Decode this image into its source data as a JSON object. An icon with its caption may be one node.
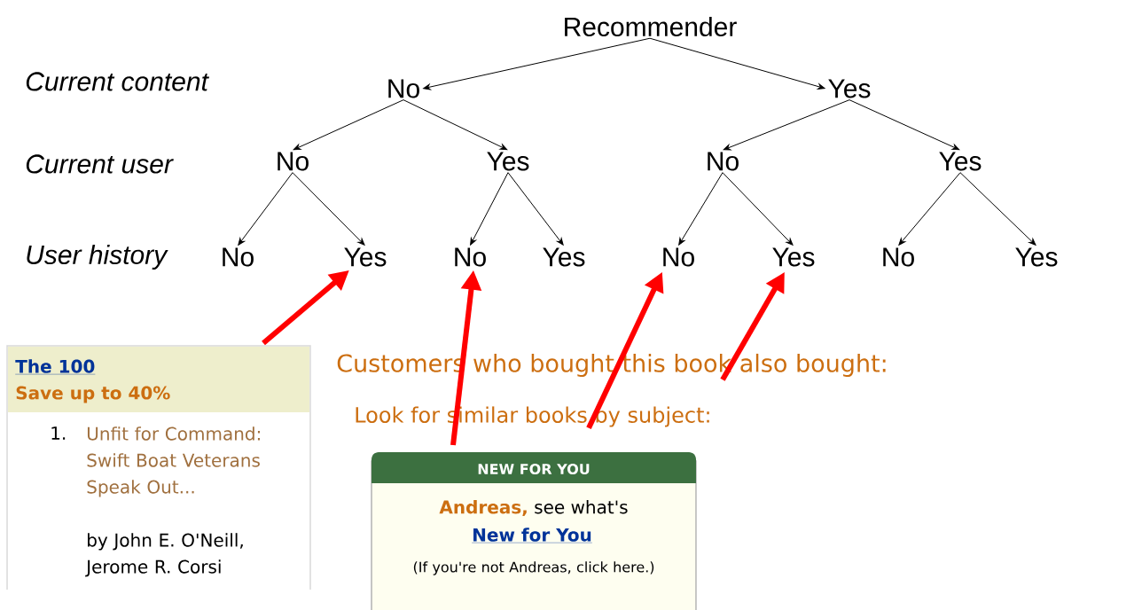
{
  "diagram": {
    "nodes": [
      {
        "text": [
          "Recommender"
        ]
      },
      {
        "text": [
          "No"
        ]
      },
      {
        "text": [
          "Yes"
        ]
      },
      {
        "text": [
          "No"
        ]
      },
      {
        "text": [
          "Yes"
        ]
      },
      {
        "text": [
          "No"
        ]
      },
      {
        "text": [
          "Yes"
        ]
      },
      {
        "text": [
          "No"
        ]
      },
      {
        "text": [
          "Yes"
        ]
      },
      {
        "text": [
          "No"
        ]
      },
      {
        "text": [
          "Yes"
        ]
      },
      {
        "text": [
          "No"
        ]
      },
      {
        "text": [
          "Yes"
        ]
      },
      {
        "text": [
          "No"
        ]
      },
      {
        "text": [
          "Yes"
        ]
      },
      {
        "text": [
          "The 100",
          "Save up to 40%",
          "1.",
          "Unfit for Command: Swift Boat Veterans Speak Out...",
          "by John E. O'Neill, Jerome R. Corsi"
        ]
      },
      {
        "text": [
          "Customers who bought this book also bought:"
        ]
      },
      {
        "text": [
          "Look for similar books by subject:"
        ]
      },
      {
        "text": [
          "NEW FOR YOU",
          "**Andreas,** see what's",
          "New for You",
          "(If you're not Andreas, click here.)"
        ]
      }
    ],
    "edges": [
      {
        "from": 0,
        "to": 1,
        "arrow": "to"
      },
      {
        "from": 0,
        "to": 2,
        "arrow": "to"
      },
      {
        "from": 1,
        "to": 3,
        "arrow": "to"
      },
      {
        "from": 1,
        "to": 4,
        "arrow": "to"
      },
      {
        "from": 2,
        "to": 5,
        "arrow": "to"
      },
      {
        "from": 2,
        "to": 6,
        "arrow": "to"
      },
      {
        "from": 3,
        "to": 7,
        "arrow": "to"
      },
      {
        "from": 3,
        "to": 8,
        "arrow": "to"
      },
      {
        "from": 4,
        "to": 9,
        "arrow": "to"
      },
      {
        "from": 4,
        "to": 10,
        "arrow": "to"
      },
      {
        "from": 5,
        "to": 11,
        "arrow": "to"
      },
      {
        "from": 5,
        "to": 12,
        "arrow": "to"
      },
      {
        "from": 6,
        "to": 13,
        "arrow": "to"
      },
      {
        "from": 6,
        "to": 14,
        "arrow": "to"
      },
      {
        "from": 15,
        "to": 8,
        "arrow": "to",
        "style": "thick",
        "color": "#ff0000"
      },
      {
        "from": 18,
        "to": 9,
        "arrow": "to",
        "style": "thick",
        "color": "#ff0000"
      },
      {
        "from": 17,
        "to": 11,
        "arrow": "to",
        "style": "thick",
        "color": "#ff0000"
      },
      {
        "from": 16,
        "to": 12,
        "arrow": "to",
        "style": "thick",
        "color": "#ff0000"
      }
    ],
    "labels": [
      "Current content",
      "Current user",
      "User history"
    ]
  }
}
